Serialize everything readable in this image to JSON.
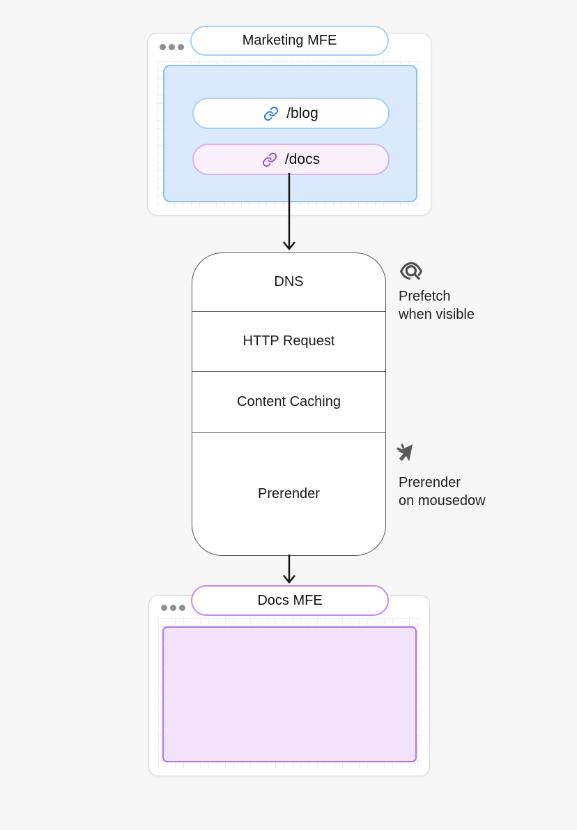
{
  "colors": {
    "page-bg": "#f7f7f8",
    "card-bg": "#ffffff",
    "card-border": "#d6d6d6",
    "dot": "#8f8f93",
    "grid-line": "#eaedf2",
    "text": "#1a1a1a",
    "box-border": "#565656",
    "arrow": "#111111",
    "icon": "#4d4d4d",
    "blue-accent": "#2b7de3",
    "blue-pill-border": "#a6d1f7",
    "blue-panel-bg": "#daeafc",
    "blue-panel-border": "#8cc0f2",
    "purple-accent": "#9e4fd6",
    "purple-pill-border": "#d9b3ea",
    "purple-pill-bg": "#faf0fb",
    "docs-pill-border": "#c289f2",
    "purple-panel-bg": "#f2e3fa",
    "purple-panel-border": "#b274e8"
  },
  "icons": {
    "window_controls": "three-dots-icon",
    "link": "link-icon",
    "prefetch": "scan-eye-icon",
    "prerender_trigger": "mouse-pointer-click-icon"
  },
  "marketing_window": {
    "title": "Marketing MFE",
    "links": [
      {
        "label": "/blog"
      },
      {
        "label": "/docs"
      }
    ]
  },
  "pipeline": {
    "stages": [
      {
        "label": "DNS"
      },
      {
        "label": "HTTP Request"
      },
      {
        "label": "Content Caching"
      },
      {
        "label": "Prerender"
      }
    ]
  },
  "annotations": [
    {
      "line1": "Prefetch",
      "line2": "when visible"
    },
    {
      "line1": "Prerender",
      "line2": "on mousedow"
    }
  ],
  "docs_window": {
    "title": "Docs MFE"
  }
}
